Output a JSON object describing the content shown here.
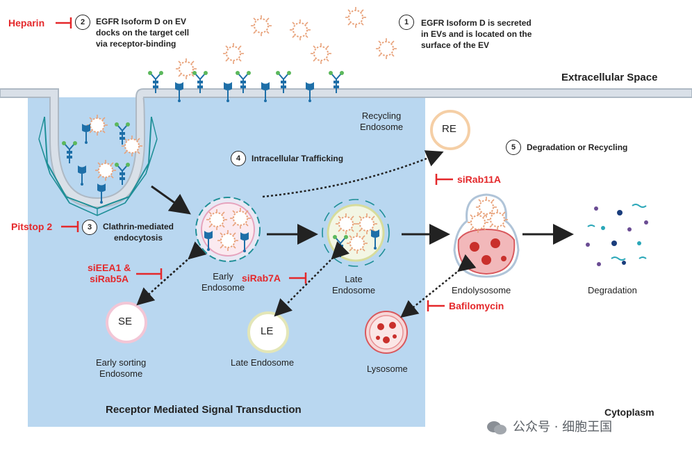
{
  "labels": {
    "extracellular": "Extracellular Space",
    "cytoplasm": "Cytoplasm",
    "receptor_signal": "Receptor Mediated Signal Transduction",
    "recycling_endosome": "Recycling\nEndosome",
    "re": "RE",
    "early_endosome": "Early\nEndosome",
    "late_endosome": "Late\nEndosome",
    "endolysosome": "Endolysosome",
    "degradation": "Degradation",
    "se": "SE",
    "early_sorting": "Early sorting\nEndosome",
    "le": "LE",
    "late_endosome_small": "Late Endosome",
    "lysosome": "Lysosome"
  },
  "steps": [
    {
      "num": "1",
      "text": "EGFR Isoform D is secreted\nin EVs and is located on the\nsurface of the EV"
    },
    {
      "num": "2",
      "text": "EGFR Isoform D on EV\ndocks on the target cell\nvia receptor-binding"
    },
    {
      "num": "3",
      "text": "Clathrin-mediated\nendocytosis"
    },
    {
      "num": "4",
      "text": "Intracellular Trafficking"
    },
    {
      "num": "5",
      "text": "Degradation or Recycling"
    }
  ],
  "inhibitors": {
    "heparin": "Heparin",
    "pitstop": "Pitstop 2",
    "sieea1": "siEEA1 &\nsiRab5A",
    "sirab7a": "siRab7A",
    "sirab11a": "siRab11A",
    "bafilomycin": "Bafilomycin"
  },
  "watermark": "公众号 · 细胞王国",
  "colors": {
    "cell": "#b9d7f0",
    "membrane": "#c7d0da",
    "inhibitor": "#e4282b",
    "clathrin": "#1f8f97",
    "receptor_blue": "#1e6fa8",
    "receptor_green": "#5cb85c"
  }
}
